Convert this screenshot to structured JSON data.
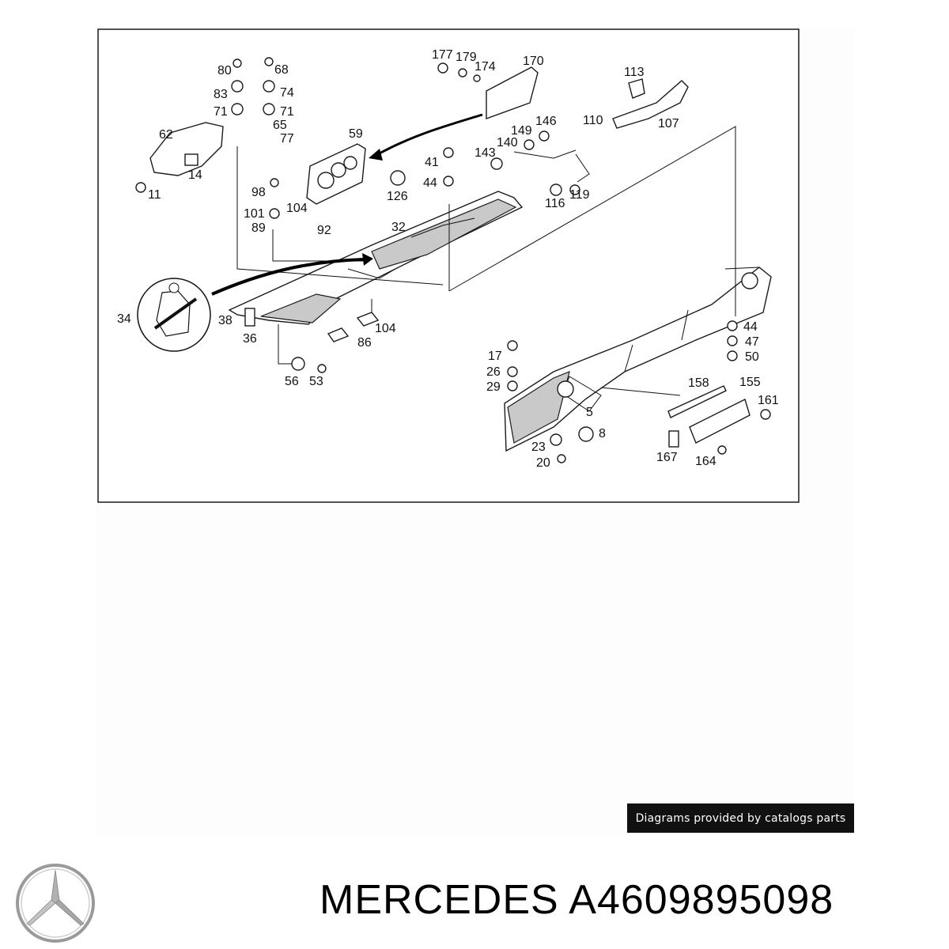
{
  "diagram": {
    "part_labels": [
      {
        "id": "80",
        "text": "80"
      },
      {
        "id": "68",
        "text": "68"
      },
      {
        "id": "83",
        "text": "83"
      },
      {
        "id": "74",
        "text": "74"
      },
      {
        "id": "71a",
        "text": "71"
      },
      {
        "id": "71b",
        "text": "71"
      },
      {
        "id": "65",
        "text": "65"
      },
      {
        "id": "77",
        "text": "77"
      },
      {
        "id": "62",
        "text": "62"
      },
      {
        "id": "14",
        "text": "14"
      },
      {
        "id": "11",
        "text": "11"
      },
      {
        "id": "59",
        "text": "59"
      },
      {
        "id": "98",
        "text": "98"
      },
      {
        "id": "104a",
        "text": "104"
      },
      {
        "id": "101",
        "text": "101"
      },
      {
        "id": "89",
        "text": "89"
      },
      {
        "id": "92",
        "text": "92"
      },
      {
        "id": "177",
        "text": "177"
      },
      {
        "id": "179",
        "text": "179"
      },
      {
        "id": "174",
        "text": "174"
      },
      {
        "id": "170",
        "text": "170"
      },
      {
        "id": "113",
        "text": "113"
      },
      {
        "id": "149",
        "text": "149"
      },
      {
        "id": "146",
        "text": "146"
      },
      {
        "id": "110",
        "text": "110"
      },
      {
        "id": "107",
        "text": "107"
      },
      {
        "id": "143",
        "text": "143"
      },
      {
        "id": "140",
        "text": "140"
      },
      {
        "id": "41",
        "text": "41"
      },
      {
        "id": "44a",
        "text": "44"
      },
      {
        "id": "126",
        "text": "126"
      },
      {
        "id": "116",
        "text": "116"
      },
      {
        "id": "119",
        "text": "119"
      },
      {
        "id": "32",
        "text": "32"
      },
      {
        "id": "34",
        "text": "34"
      },
      {
        "id": "38",
        "text": "38"
      },
      {
        "id": "36",
        "text": "36"
      },
      {
        "id": "104b",
        "text": "104"
      },
      {
        "id": "86",
        "text": "86"
      },
      {
        "id": "56",
        "text": "56"
      },
      {
        "id": "53",
        "text": "53"
      },
      {
        "id": "44b",
        "text": "44"
      },
      {
        "id": "47",
        "text": "47"
      },
      {
        "id": "50",
        "text": "50"
      },
      {
        "id": "17",
        "text": "17"
      },
      {
        "id": "26",
        "text": "26"
      },
      {
        "id": "29",
        "text": "29"
      },
      {
        "id": "158",
        "text": "158"
      },
      {
        "id": "155",
        "text": "155"
      },
      {
        "id": "161",
        "text": "161"
      },
      {
        "id": "5",
        "text": "5"
      },
      {
        "id": "23",
        "text": "23"
      },
      {
        "id": "8",
        "text": "8"
      },
      {
        "id": "20",
        "text": "20"
      },
      {
        "id": "167",
        "text": "167"
      },
      {
        "id": "164",
        "text": "164"
      }
    ]
  },
  "footer": {
    "credit": "Diagrams provided by catalogs parts"
  },
  "brand": {
    "title": "MERCEDES A4609895098",
    "logo_icon": "mercedes-star-icon"
  },
  "colors": {
    "badge_bg": "#111111",
    "badge_text": "#ffffff",
    "part_shade": "#c9c9c9"
  }
}
